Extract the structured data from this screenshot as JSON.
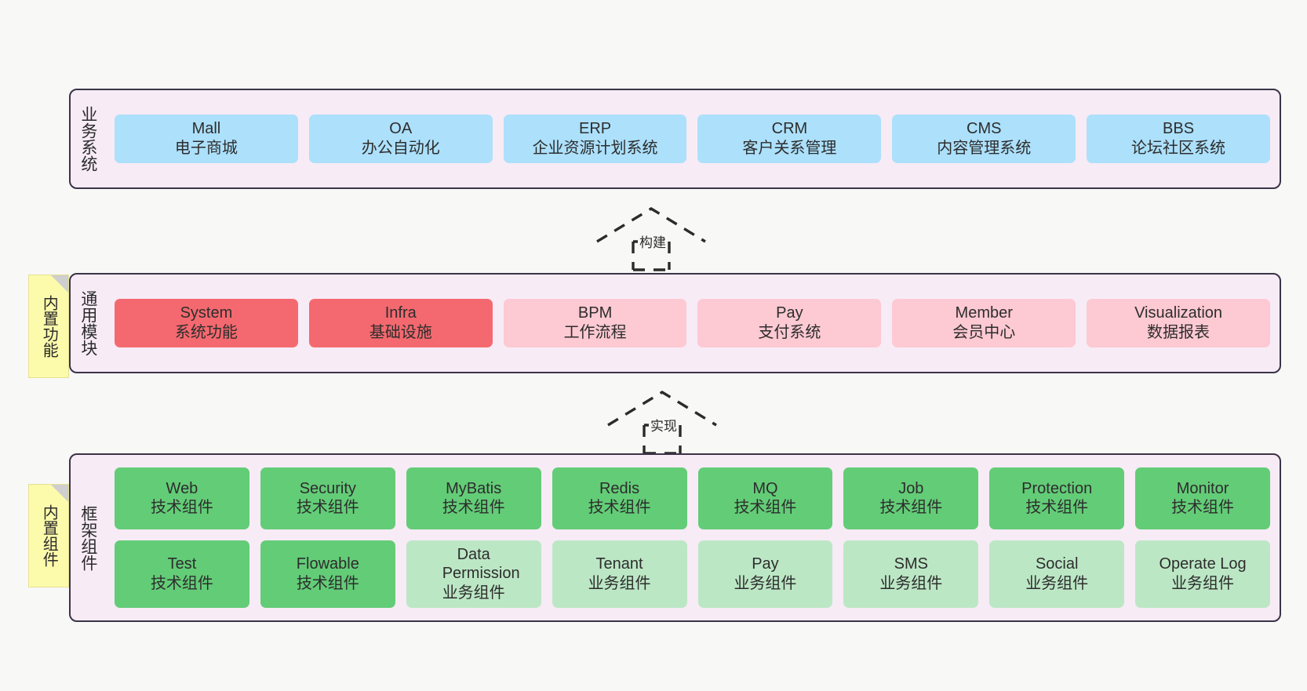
{
  "diagram": {
    "background_color": "#f8f8f7",
    "layer_fill": "#f7ebf6",
    "layer_border": "#3b3347"
  },
  "layers": [
    {
      "id": "business-systems",
      "title": "业务系统",
      "node_color": "#ace0fb",
      "nodes": [
        {
          "name": "Mall",
          "desc": "电子商城"
        },
        {
          "name": "OA",
          "desc": "办公自动化"
        },
        {
          "name": "ERP",
          "desc": "企业资源计划系统"
        },
        {
          "name": "CRM",
          "desc": "客户关系管理"
        },
        {
          "name": "CMS",
          "desc": "内容管理系统"
        },
        {
          "name": "BBS",
          "desc": "论坛社区系统"
        }
      ]
    },
    {
      "id": "common-modules",
      "title": "通用模块",
      "tag": "内置功能",
      "tag_color": "#fcfbab",
      "nodes": [
        {
          "name": "System",
          "desc": "系统功能",
          "color": "red"
        },
        {
          "name": "Infra",
          "desc": "基础设施",
          "color": "red"
        },
        {
          "name": "BPM",
          "desc": "工作流程",
          "color": "pink"
        },
        {
          "name": "Pay",
          "desc": "支付系统",
          "color": "pink"
        },
        {
          "name": "Member",
          "desc": "会员中心",
          "color": "pink"
        },
        {
          "name": "Visualization",
          "desc": "数据报表",
          "color": "pink"
        }
      ]
    },
    {
      "id": "framework-components",
      "title": "框架组件",
      "tag": "内置组件",
      "tag_color": "#fcfbab",
      "rows": [
        [
          {
            "name": "Web",
            "desc": "技术组件",
            "color": "green"
          },
          {
            "name": "Security",
            "desc": "技术组件",
            "color": "green"
          },
          {
            "name": "MyBatis",
            "desc": "技术组件",
            "color": "green"
          },
          {
            "name": "Redis",
            "desc": "技术组件",
            "color": "green"
          },
          {
            "name": "MQ",
            "desc": "技术组件",
            "color": "green"
          },
          {
            "name": "Job",
            "desc": "技术组件",
            "color": "green"
          },
          {
            "name": "Protection",
            "desc": "技术组件",
            "color": "green"
          },
          {
            "name": "Monitor",
            "desc": "技术组件",
            "color": "green"
          }
        ],
        [
          {
            "name": "Test",
            "desc": "技术组件",
            "color": "green"
          },
          {
            "name": "Flowable",
            "desc": "技术组件",
            "color": "green"
          },
          {
            "name": "Data Permission",
            "desc": "业务组件",
            "color": "lgreen"
          },
          {
            "name": "Tenant",
            "desc": "业务组件",
            "color": "lgreen"
          },
          {
            "name": "Pay",
            "desc": "业务组件",
            "color": "lgreen"
          },
          {
            "name": "SMS",
            "desc": "业务组件",
            "color": "lgreen"
          },
          {
            "name": "Social",
            "desc": "业务组件",
            "color": "lgreen"
          },
          {
            "name": "Operate Log",
            "desc": "业务组件",
            "color": "lgreen"
          }
        ]
      ]
    }
  ],
  "connectors": [
    {
      "id": "build",
      "label": "构建",
      "from": "common-modules",
      "to": "business-systems"
    },
    {
      "id": "implement",
      "label": "实现",
      "from": "framework-components",
      "to": "common-modules"
    }
  ]
}
